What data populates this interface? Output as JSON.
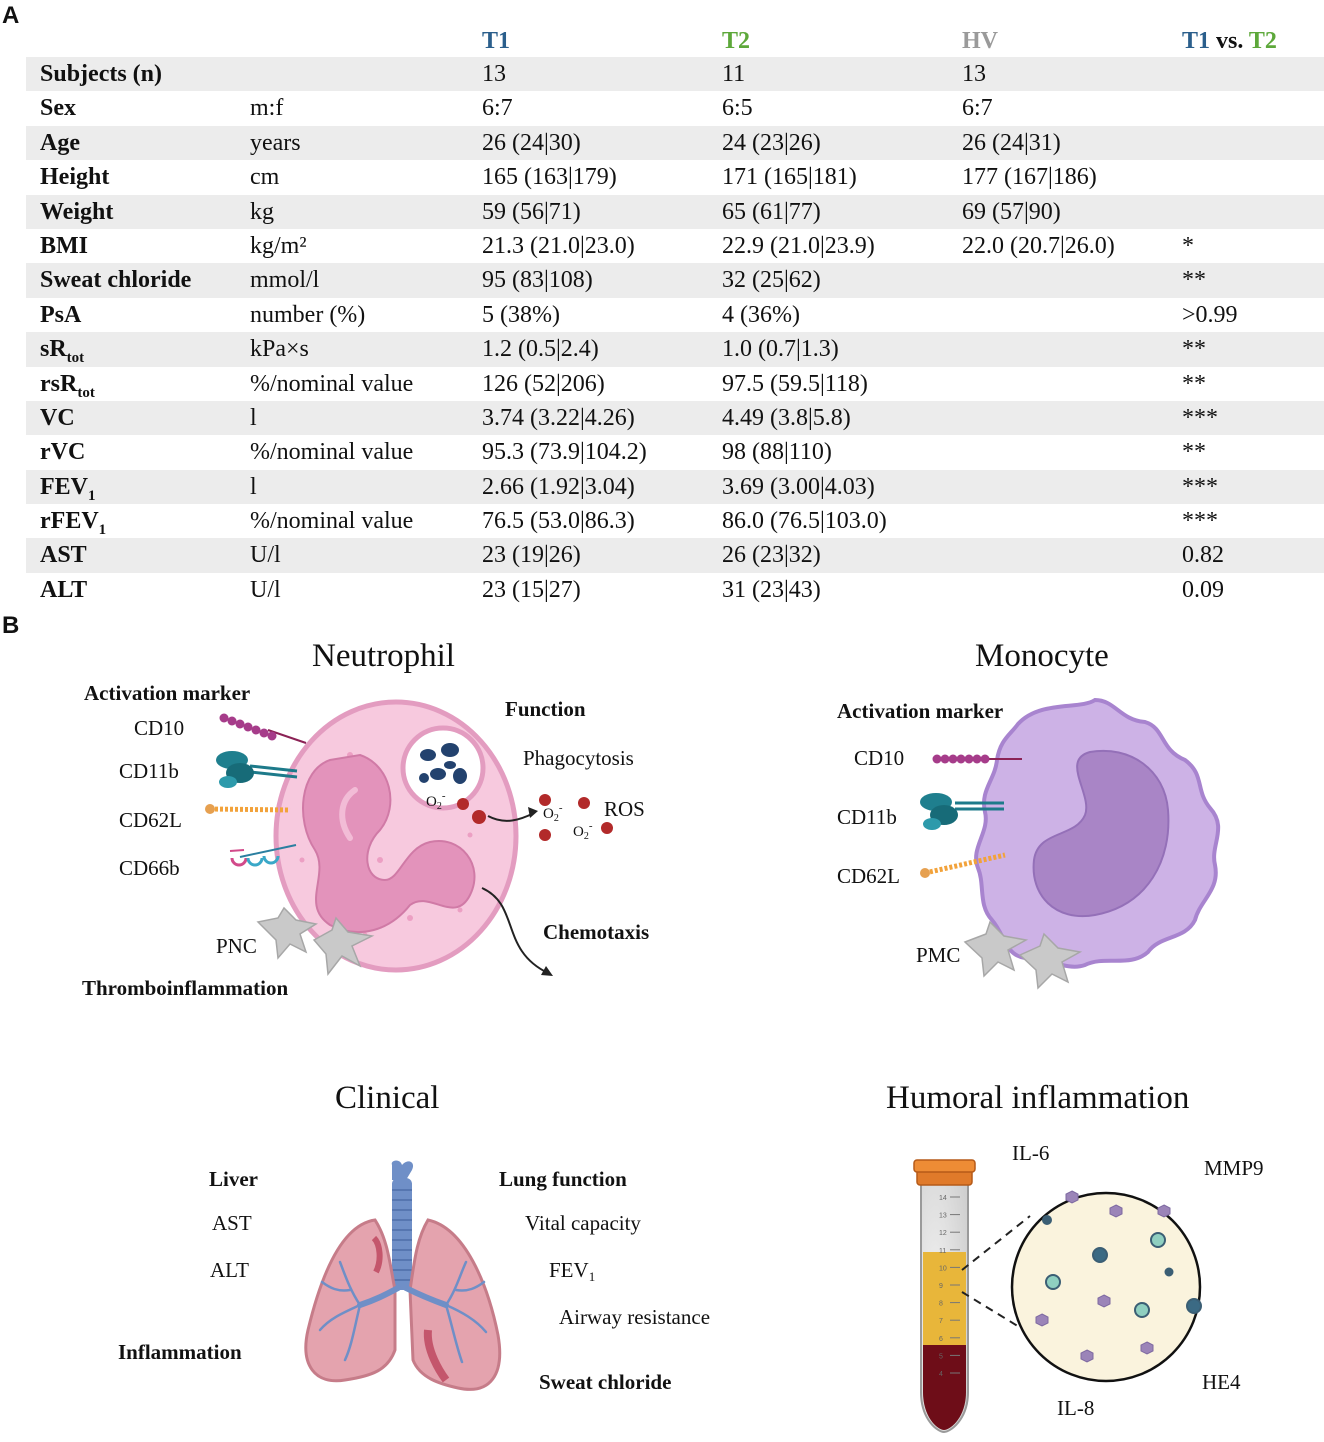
{
  "panels": {
    "a": "A",
    "b": "B"
  },
  "table": {
    "headers": {
      "t1": "T1",
      "t2": "T2",
      "hv": "HV",
      "comp_t1": "T1",
      "comp_vs": " vs. ",
      "comp_t2": "T2"
    },
    "colors": {
      "t1": "#2b5f8c",
      "t2": "#5da83a",
      "hv": "#9a9a9a"
    },
    "rows": [
      {
        "param": "Subjects (n)",
        "unit": "",
        "t1": "13",
        "t2": "11",
        "hv": "13",
        "p": ""
      },
      {
        "param": "Sex",
        "unit": "m:f",
        "t1": "6:7",
        "t2": "6:5",
        "hv": "6:7",
        "p": ""
      },
      {
        "param": "Age",
        "unit": "years",
        "t1": "26 (24|30)",
        "t2": "24 (23|26)",
        "hv": "26 (24|31)",
        "p": ""
      },
      {
        "param": "Height",
        "unit": "cm",
        "t1": "165 (163|179)",
        "t2": "171 (165|181)",
        "hv": "177 (167|186)",
        "p": ""
      },
      {
        "param": "Weight",
        "unit": "kg",
        "t1": "59 (56|71)",
        "t2": "65 (61|77)",
        "hv": "69 (57|90)",
        "p": ""
      },
      {
        "param": "BMI",
        "unit": "kg/m²",
        "t1": "21.3 (21.0|23.0)",
        "t2": "22.9 (21.0|23.9)",
        "hv": "22.0 (20.7|26.0)",
        "p": "*"
      },
      {
        "param": "Sweat chloride",
        "unit": "mmol/l",
        "t1": "95 (83|108)",
        "t2": "32 (25|62)",
        "hv": "",
        "p": "**"
      },
      {
        "param": "PsA",
        "unit": "number (%)",
        "t1": "5 (38%)",
        "t2": "4 (36%)",
        "hv": "",
        "p": ">0.99"
      },
      {
        "param": "sR",
        "sub": "tot",
        "unit": "kPa×s",
        "t1": "1.2 (0.5|2.4)",
        "t2": "1.0 (0.7|1.3)",
        "hv": "",
        "p": "**"
      },
      {
        "param": "rsR",
        "sub": "tot",
        "unit": "%/nominal value",
        "t1": "126 (52|206)",
        "t2": "97.5 (59.5|118)",
        "hv": "",
        "p": "**"
      },
      {
        "param": "VC",
        "unit": "l",
        "t1": "3.74 (3.22|4.26)",
        "t2": "4.49 (3.8|5.8)",
        "hv": "",
        "p": "***"
      },
      {
        "param": "rVC",
        "unit": "%/nominal value",
        "t1": "95.3 (73.9|104.2)",
        "t2": "98 (88|110)",
        "hv": "",
        "p": "**"
      },
      {
        "param": "FEV",
        "sub": "1",
        "unit": "l",
        "t1": "2.66 (1.92|3.04)",
        "t2": "3.69 (3.00|4.03)",
        "hv": "",
        "p": "***"
      },
      {
        "param": "rFEV",
        "sub": "1",
        "unit": "%/nominal value",
        "t1": "76.5 (53.0|86.3)",
        "t2": "86.0 (76.5|103.0)",
        "hv": "",
        "p": "***"
      },
      {
        "param": "AST",
        "unit": "U/l",
        "t1": "23 (19|26)",
        "t2": "26 (23|32)",
        "hv": "",
        "p": "0.82"
      },
      {
        "param": "ALT",
        "unit": "U/l",
        "t1": "23 (15|27)",
        "t2": "31 (23|43)",
        "hv": "",
        "p": "0.09"
      }
    ]
  },
  "neutrophil": {
    "title": "Neutrophil",
    "activation_marker": "Activation marker",
    "cd10": "CD10",
    "cd11b": "CD11b",
    "cd62l": "CD62L",
    "cd66b": "CD66b",
    "function": "Function",
    "phagocytosis": "Phagocytosis",
    "ros": "ROS",
    "o2": "O",
    "o2_sub": "2",
    "o2_sup": "-",
    "chemotaxis": "Chemotaxis",
    "pnc": "PNC",
    "thromboinflammation": "Thromboinflammation"
  },
  "monocyte": {
    "title": "Monocyte",
    "activation_marker": "Activation marker",
    "cd10": "CD10",
    "cd11b": "CD11b",
    "cd62l": "CD62L",
    "pmc": "PMC"
  },
  "clinical": {
    "title": "Clinical",
    "liver": "Liver",
    "ast": "AST",
    "alt": "ALT",
    "inflammation": "Inflammation",
    "lung_function": "Lung function",
    "vital_capacity": "Vital capacity",
    "fev": "FEV",
    "fev_sub": "1",
    "airway_resistance": "Airway resistance",
    "sweat_chloride": "Sweat chloride"
  },
  "humoral": {
    "title": "Humoral inflammation",
    "il6": "IL-6",
    "mmp9": "MMP9",
    "he4": "HE4",
    "il8": "IL-8",
    "tube_marks": [
      "14",
      "13",
      "12",
      "11",
      "10",
      "9",
      "8",
      "7",
      "6",
      "5",
      "4"
    ]
  }
}
